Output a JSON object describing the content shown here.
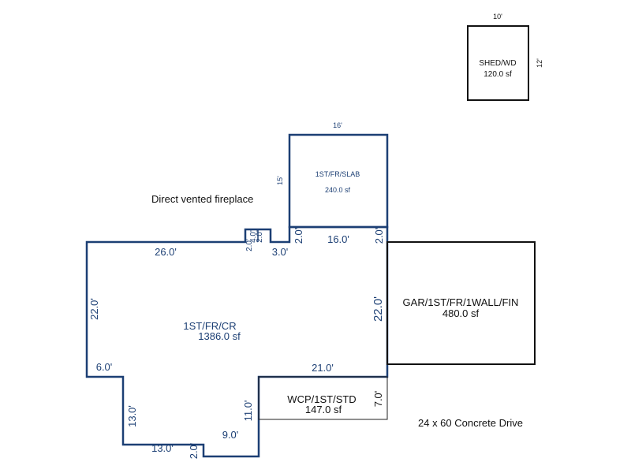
{
  "colors": {
    "main_outline": "#1c3f74",
    "garage_outline": "#111111",
    "shed_outline": "#111111",
    "porch_outline": "#222222"
  },
  "shed": {
    "name": "SHED/WD",
    "area": "120.0 sf",
    "width_label": "10'",
    "depth_label": "12'"
  },
  "slab_room": {
    "name": "1ST/FR/SLAB",
    "area": "240.0 sf",
    "width_label": "16'",
    "depth_label": "15'"
  },
  "fireplace_note": "Direct vented fireplace",
  "main_house": {
    "name": "1ST/FR/CR",
    "area": "1386.0 sf",
    "dims": {
      "top_left": "26.0'",
      "left": "22.0'",
      "step_left": "6.0'",
      "lower_left": "13.0'",
      "bottom": "13.0'",
      "bottom_step": "2.0'",
      "bottom_right": "9.0'",
      "inner_vertical": "11.0'",
      "inner_horizontal": "21.0'",
      "right": "22.0'",
      "top_middle": "16.0'",
      "top_right_step": "2.0'",
      "top_left_step": "2.0'",
      "top_small": "3.0'",
      "fp_a": "4.0'",
      "fp_b": "2.0'",
      "fp_c": "2.0'"
    }
  },
  "garage": {
    "name": "GAR/1ST/FR/1WALL/FIN",
    "area": "480.0 sf"
  },
  "porch": {
    "name": "WCP/1ST/STD",
    "area": "147.0 sf",
    "depth_label": "7.0'"
  },
  "drive_note": "24 x 60 Concrete Drive"
}
